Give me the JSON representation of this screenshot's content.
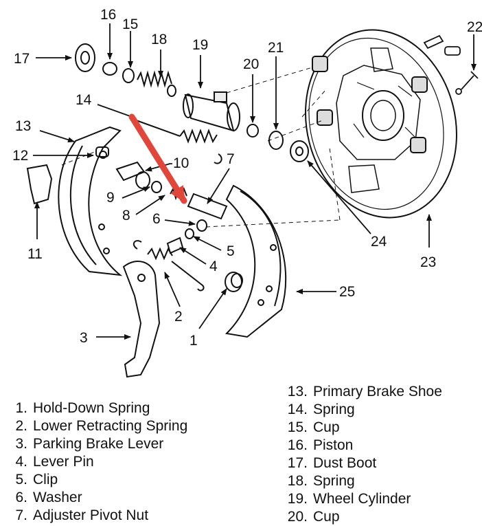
{
  "callouts": [
    {
      "id": "1",
      "label": "1"
    },
    {
      "id": "2",
      "label": "2"
    },
    {
      "id": "3",
      "label": "3"
    },
    {
      "id": "4",
      "label": "4"
    },
    {
      "id": "5",
      "label": "5"
    },
    {
      "id": "6",
      "label": "6"
    },
    {
      "id": "7",
      "label": "7"
    },
    {
      "id": "8",
      "label": "8"
    },
    {
      "id": "9",
      "label": "9"
    },
    {
      "id": "10",
      "label": "-10"
    },
    {
      "id": "11",
      "label": "11"
    },
    {
      "id": "12",
      "label": "12"
    },
    {
      "id": "13",
      "label": "13"
    },
    {
      "id": "14",
      "label": "14"
    },
    {
      "id": "15",
      "label": "15"
    },
    {
      "id": "16",
      "label": "16"
    },
    {
      "id": "17",
      "label": "17"
    },
    {
      "id": "18",
      "label": "18"
    },
    {
      "id": "19",
      "label": "19"
    },
    {
      "id": "20",
      "label": "20"
    },
    {
      "id": "21",
      "label": "21"
    },
    {
      "id": "22",
      "label": "22"
    },
    {
      "id": "23",
      "label": "23"
    },
    {
      "id": "24",
      "label": "24"
    },
    {
      "id": "25",
      "label": "25"
    }
  ],
  "legend_left": [
    {
      "num": "1.",
      "text": "Hold-Down Spring"
    },
    {
      "num": "2.",
      "text": "Lower Retracting Spring"
    },
    {
      "num": "3.",
      "text": "Parking Brake Lever"
    },
    {
      "num": "4.",
      "text": "Lever Pin"
    },
    {
      "num": "5.",
      "text": "Clip"
    },
    {
      "num": "6.",
      "text": "Washer"
    },
    {
      "num": "7.",
      "text": "Adjuster Pivot Nut"
    }
  ],
  "legend_right": [
    {
      "num": "13.",
      "text": "Primary Brake Shoe"
    },
    {
      "num": "14.",
      "text": "Spring"
    },
    {
      "num": "15.",
      "text": "Cup"
    },
    {
      "num": "16.",
      "text": "Piston"
    },
    {
      "num": "17.",
      "text": "Dust Boot"
    },
    {
      "num": "18.",
      "text": "Spring"
    },
    {
      "num": "19.",
      "text": "Wheel Cylinder"
    },
    {
      "num": "20.",
      "text": "Cup"
    }
  ],
  "colors": {
    "highlight_arrow": "#e0463a",
    "line": "#111111"
  }
}
